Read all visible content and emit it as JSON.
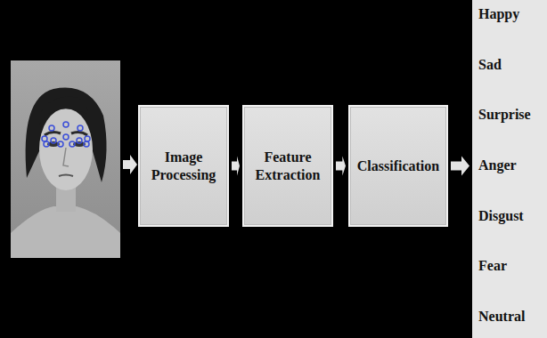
{
  "diagram": {
    "nodes": [
      {
        "text": [
          "Image Processing"
        ]
      },
      {
        "text": [
          "Feature Extraction"
        ]
      },
      {
        "text": [
          "Classification"
        ]
      },
      {
        "text": [
          "Happy",
          "Sad",
          "Surprise",
          "Anger",
          "Disgust",
          "Fear",
          "Neutral"
        ]
      }
    ],
    "edges": [
      {
        "from": 0,
        "to": 1,
        "arrow": "to"
      },
      {
        "from": 1,
        "to": 2,
        "arrow": "to"
      },
      {
        "from": 2,
        "to": 3,
        "arrow": "to"
      }
    ]
  }
}
